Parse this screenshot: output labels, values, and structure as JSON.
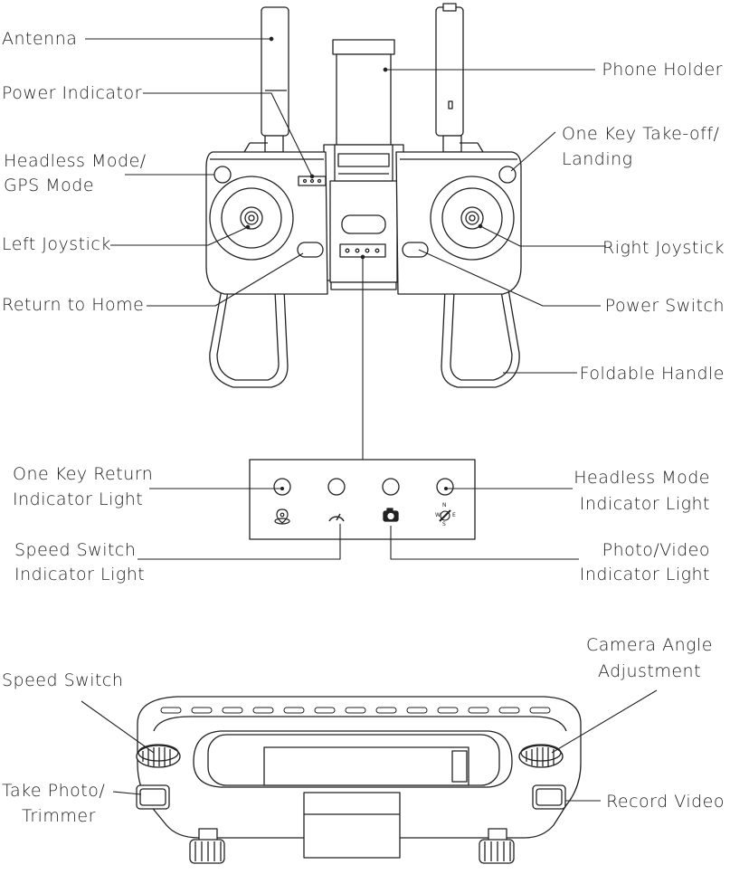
{
  "labels": {
    "antenna": "Antenna",
    "power_indicator": "Power Indicator",
    "headless_gps_1": "Headless Mode/",
    "headless_gps_2": "GPS Mode",
    "left_joystick": "Left Joystick",
    "return_home": "Return to Home",
    "phone_holder": "Phone Holder",
    "takeoff_1": "One Key Take-off/",
    "takeoff_2": "Landing",
    "right_joystick": "Right Joystick",
    "power_switch": "Power Switch",
    "foldable_handle": "Foldable Handle",
    "okr_light_1": "One Key Return",
    "okr_light_2": "Indicator Light",
    "headless_light_1": "Headless Mode",
    "headless_light_2": "Indicator Light",
    "speed_light_1": "Speed Switch",
    "speed_light_2": "Indicator Light",
    "photo_light_1": "Photo/Video",
    "photo_light_2": "Indicator Light",
    "speed_switch": "Speed Switch",
    "camera_angle_1": "Camera Angle",
    "camera_angle_2": "Adjustment",
    "take_photo_1": "Take Photo/",
    "take_photo_2": "Trimmer",
    "record_video": "Record Video"
  },
  "compass_letters": {
    "n": "N",
    "e": "E",
    "s": "S",
    "w": "W"
  },
  "colors": {
    "line": "#222222",
    "fill": "#ffffff"
  }
}
